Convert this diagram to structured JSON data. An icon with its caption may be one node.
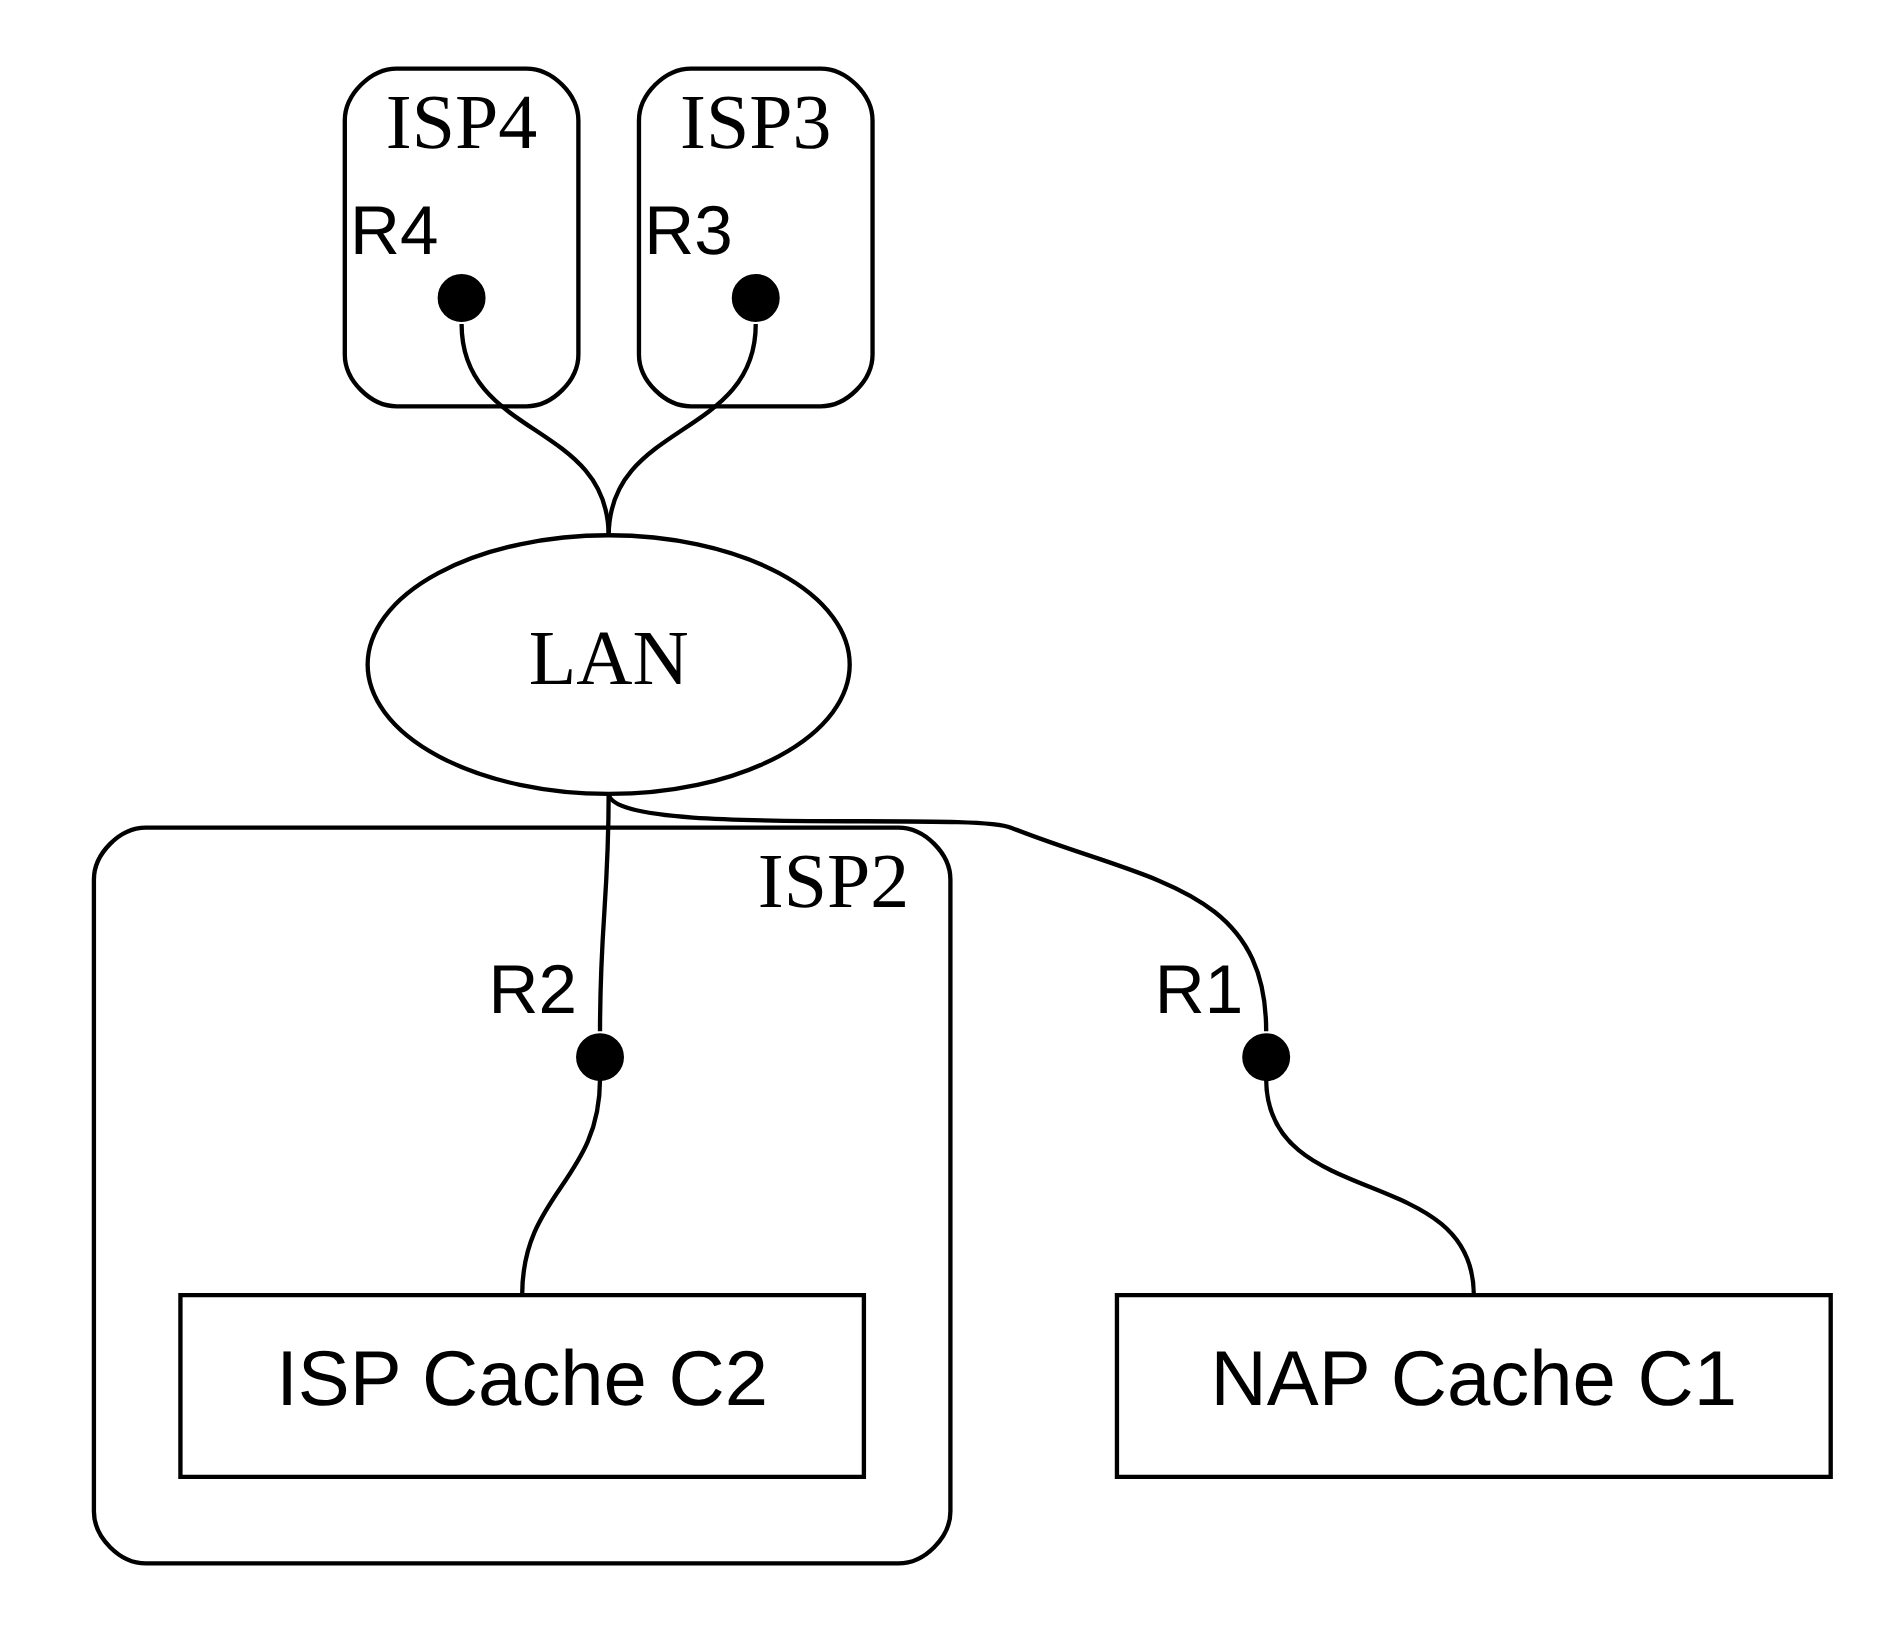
{
  "diagram": {
    "nodes": [
      {
        "text": [
          "ISP4"
        ]
      },
      {
        "text": [],
        "shape": "circle",
        "in": 0,
        "beside": [
          "R4"
        ]
      },
      {
        "text": [
          "ISP3"
        ]
      },
      {
        "text": [],
        "shape": "circle",
        "in": 2,
        "beside": [
          "R3"
        ]
      },
      {
        "text": [
          "LAN"
        ]
      },
      {
        "text": [],
        "shape": "circle",
        "beside": [
          "R1"
        ]
      },
      {
        "text": [
          "ISP2"
        ]
      },
      {
        "text": [],
        "shape": "circle",
        "in": 6,
        "beside": [
          "R2"
        ]
      },
      {
        "text": [
          "NAP Cache C1"
        ]
      },
      {
        "text": [
          "ISP Cache C2"
        ],
        "in": 6
      }
    ],
    "edges": [
      {
        "from": 1,
        "to": 4,
        "arrow": "none"
      },
      {
        "from": 3,
        "to": 4,
        "arrow": "none"
      },
      {
        "from": 4,
        "to": 5,
        "arrow": "none"
      },
      {
        "from": 5,
        "to": 8,
        "arrow": "none"
      },
      {
        "from": 4,
        "to": 7,
        "arrow": "none"
      },
      {
        "from": 7,
        "to": 9,
        "arrow": "none"
      }
    ]
  }
}
